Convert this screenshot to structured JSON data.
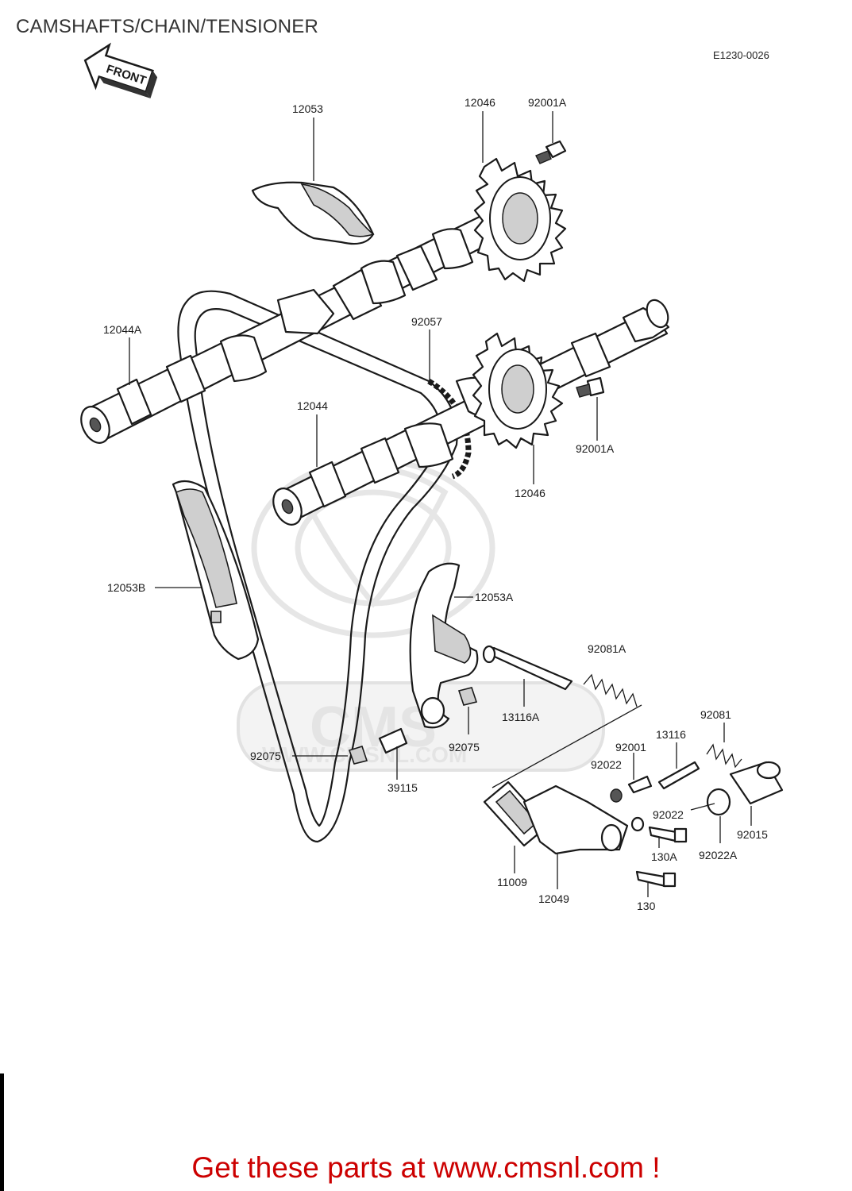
{
  "header": {
    "title": "CAMSHAFTS/CHAIN/TENSIONER",
    "diagram_code": "E1230-0026"
  },
  "front_arrow_label": "FRONT",
  "watermark_text": "WWW.CMSNL.COM",
  "parts": [
    {
      "id": "p-12053",
      "number": "12053"
    },
    {
      "id": "p-12046-top",
      "number": "12046"
    },
    {
      "id": "p-92001A-top",
      "number": "92001A"
    },
    {
      "id": "p-12044A",
      "number": "12044A"
    },
    {
      "id": "p-92057",
      "number": "92057"
    },
    {
      "id": "p-12044",
      "number": "12044"
    },
    {
      "id": "p-92001A-bot",
      "number": "92001A"
    },
    {
      "id": "p-12046-bot",
      "number": "12046"
    },
    {
      "id": "p-12053B",
      "number": "12053B"
    },
    {
      "id": "p-12053A",
      "number": "12053A"
    },
    {
      "id": "p-92081A",
      "number": "92081A"
    },
    {
      "id": "p-13116A",
      "number": "13116A"
    },
    {
      "id": "p-92081",
      "number": "92081"
    },
    {
      "id": "p-13116",
      "number": "13116"
    },
    {
      "id": "p-92001",
      "number": "92001"
    },
    {
      "id": "p-92022-a",
      "number": "92022"
    },
    {
      "id": "p-92075-left",
      "number": "92075"
    },
    {
      "id": "p-92075-right",
      "number": "92075"
    },
    {
      "id": "p-39115",
      "number": "39115"
    },
    {
      "id": "p-92022-b",
      "number": "92022"
    },
    {
      "id": "p-92015",
      "number": "92015"
    },
    {
      "id": "p-130A",
      "number": "130A"
    },
    {
      "id": "p-92022A",
      "number": "92022A"
    },
    {
      "id": "p-11009",
      "number": "11009"
    },
    {
      "id": "p-12049",
      "number": "12049"
    },
    {
      "id": "p-130",
      "number": "130"
    }
  ],
  "footer": {
    "promo": "Get these parts at www.cmsnl.com !"
  }
}
